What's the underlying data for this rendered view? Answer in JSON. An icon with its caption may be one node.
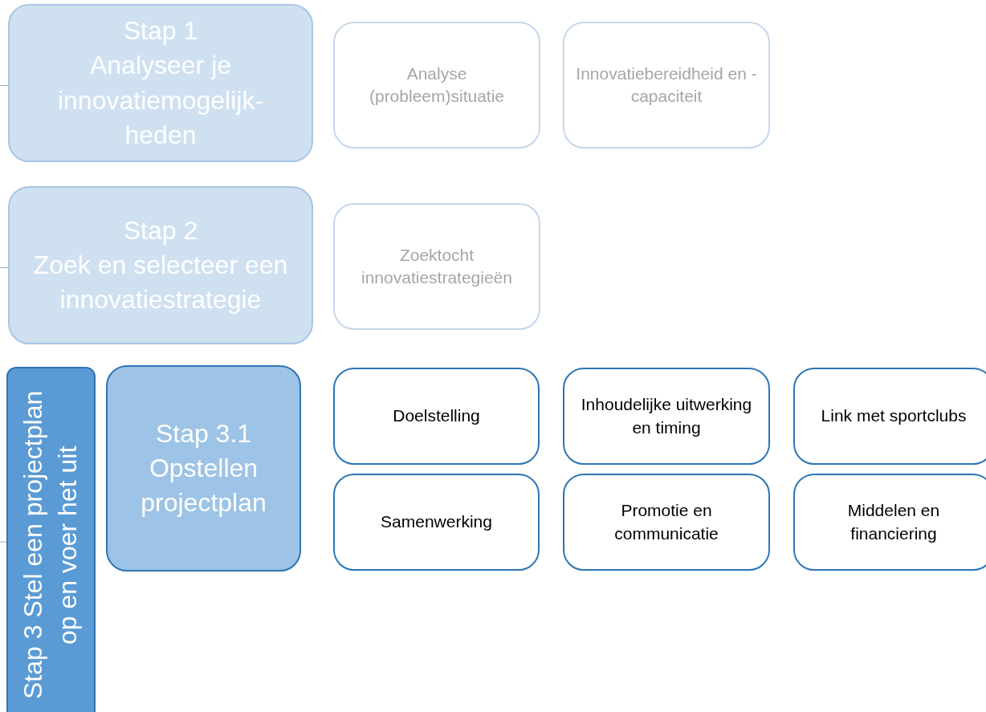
{
  "diagram": {
    "nodes": [
      {
        "text": [
          "Stap 1",
          "Analyseer je innovatiemogelijk- heden"
        ]
      },
      {
        "text": [
          "Analyse (probleem)situatie"
        ]
      },
      {
        "text": [
          "Innovatiebereidheid en -capaciteit"
        ]
      },
      {
        "text": [
          "Stap 2",
          "Zoek en selecteer een innovatiestrategie"
        ]
      },
      {
        "text": [
          "Zoektocht innovatiestrategieën"
        ]
      },
      {
        "text": [
          "Stap 3 Stel een projectplan op en voer het uit"
        ]
      },
      {
        "text": [
          "Stap 3.1",
          "Opstellen projectplan"
        ]
      },
      {
        "text": [
          "Doelstelling"
        ]
      },
      {
        "text": [
          "Inhoudelijke uitwerking en timing"
        ]
      },
      {
        "text": [
          "Link met sportclubs"
        ]
      },
      {
        "text": [
          "Samenwerking"
        ]
      },
      {
        "text": [
          "Promotie en communicatie"
        ]
      },
      {
        "text": [
          "Middelen en financiering"
        ]
      }
    ],
    "edges": [
      {
        "from": null,
        "to": 0,
        "arrow": "none"
      },
      {
        "from": null,
        "to": 3,
        "arrow": "none"
      },
      {
        "from": null,
        "to": 5,
        "arrow": "none"
      }
    ]
  }
}
